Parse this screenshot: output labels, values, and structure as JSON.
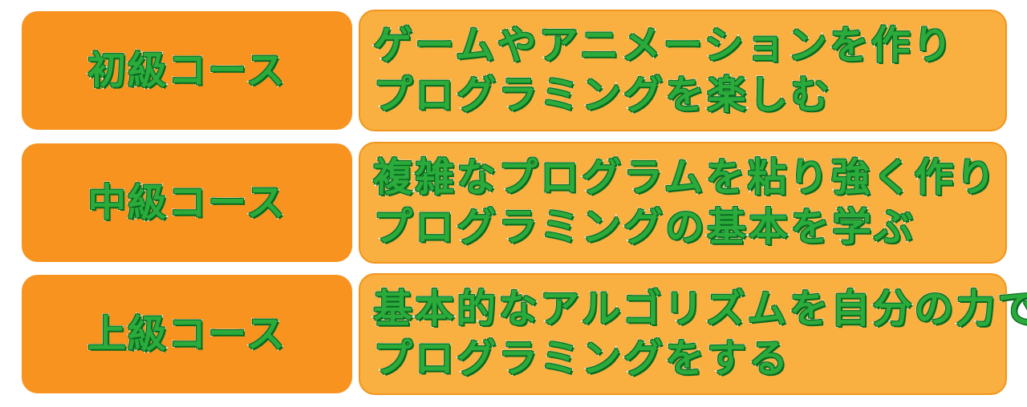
{
  "courses": [
    {
      "title": "初級コース",
      "lines": [
        "ゲームやアニメーションを作り",
        "プログラミングを楽しむ"
      ]
    },
    {
      "title": "中級コース",
      "lines": [
        "複雑なプログラムを粘り強く作り",
        "プログラミングの基本を学ぶ"
      ]
    },
    {
      "title": "上級コース",
      "lines": [
        "基本的なアルゴリズムを自分の力で",
        "プログラミングをする"
      ]
    }
  ],
  "colors": {
    "label_bg": "#f7931e",
    "desc_bg": "#f9b041",
    "desc_border": "#f2951c",
    "text_fill": "#2bab3c",
    "text_outline": "#ffffff"
  }
}
